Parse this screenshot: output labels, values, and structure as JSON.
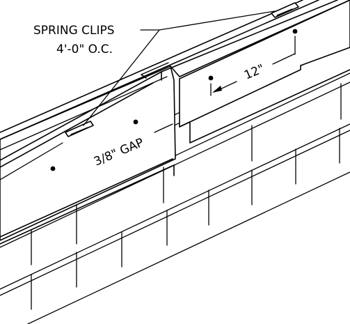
{
  "labels": {
    "clips_line1": "SPRING CLIPS",
    "clips_line2": "4'-0\" O.C.",
    "gap": "3/8\" GAP",
    "spacing": "12\""
  },
  "colors": {
    "line": "#000000",
    "background": "#ffffff"
  }
}
